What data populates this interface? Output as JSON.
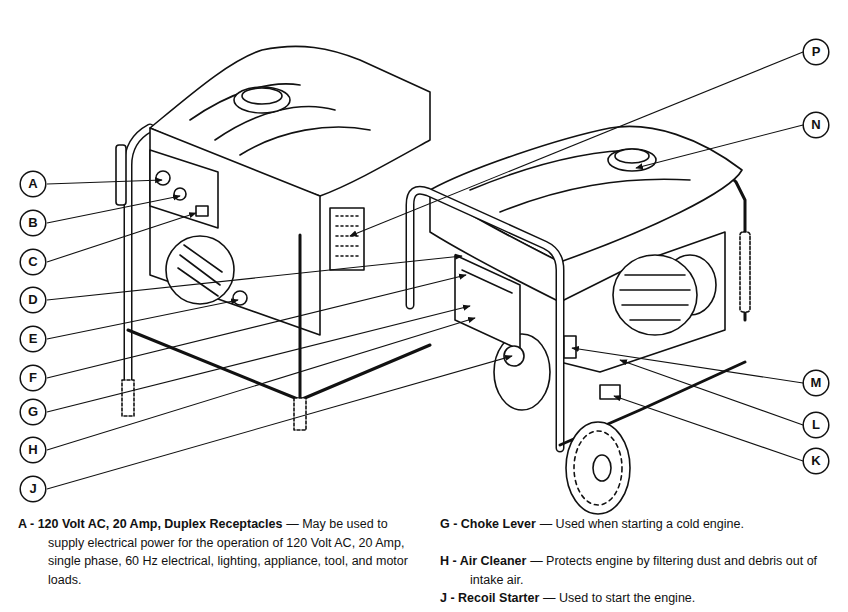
{
  "diagram": {
    "nodes": [
      {
        "text": [
          "A"
        ]
      },
      {
        "text": [
          "B"
        ]
      },
      {
        "text": [
          "C"
        ]
      },
      {
        "text": [
          "D"
        ]
      },
      {
        "text": [
          "E"
        ]
      },
      {
        "text": [
          "F"
        ]
      },
      {
        "text": [
          "G"
        ]
      },
      {
        "text": [
          "H"
        ]
      },
      {
        "text": [
          "J"
        ]
      },
      {
        "text": [
          "P"
        ]
      },
      {
        "text": [
          "N"
        ]
      },
      {
        "text": [
          "M"
        ]
      },
      {
        "text": [
          "L"
        ]
      },
      {
        "text": [
          "K"
        ]
      }
    ],
    "labels": [
      "A - 120 Volt AC, 20 Amp, Duplex Receptacles",
      "— May be used to supply electrical power for the operation of 120 Volt AC, 20 Amp, single phase, 60 Hz electrical, lighting, appliance, tool, and motor loads.",
      "G - Choke Lever",
      "— Used when starting a cold engine.",
      "H - Air Cleaner",
      "— Protects engine by filtering dust and debris out of intake air.",
      "J - Recoil Starter",
      "— Used to start the engine."
    ]
  }
}
